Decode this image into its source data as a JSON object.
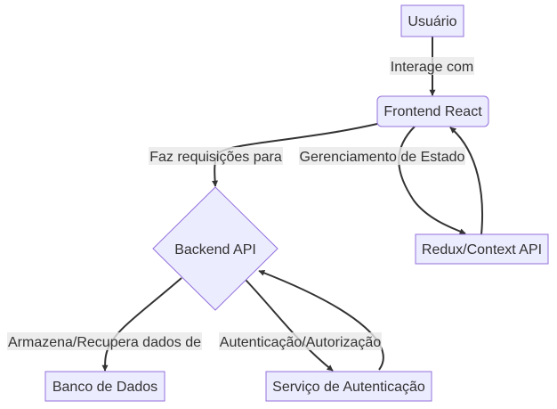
{
  "nodes": {
    "usuario": "Usuário",
    "frontend": "Frontend React",
    "redux": "Redux/Context API",
    "backend": "Backend API",
    "banco": "Banco de Dados",
    "auth": "Serviço de Autenticação"
  },
  "edges": {
    "usuario_frontend": "Interage com",
    "frontend_backend": "Faz requisições para",
    "frontend_redux": "Gerenciamento de Estado",
    "backend_banco": "Armazena/Recupera dados de",
    "backend_auth": "Autenticação/Autorização"
  },
  "colors": {
    "node_fill": "#ECECFF",
    "node_stroke": "#9370DB",
    "edge": "#333333",
    "label_bg": "#e8e8e8"
  }
}
